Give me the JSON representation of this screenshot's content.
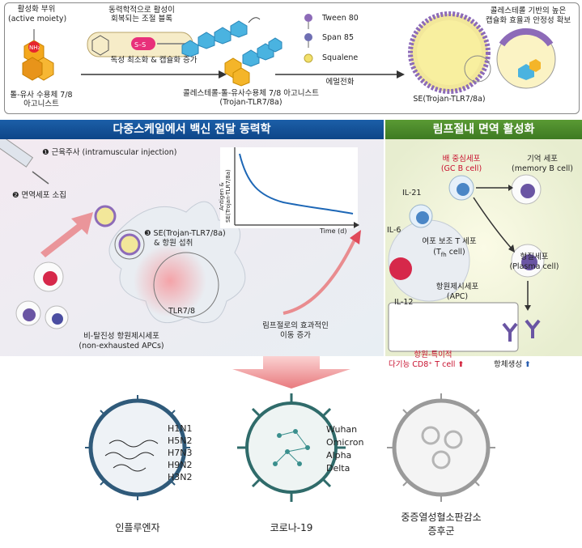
{
  "top": {
    "active_moiety": "활성화 부위",
    "active_moiety_en": "(active moiety)",
    "nh2": "NH₂",
    "agonist_label_1": "톨-유사 수용체 7/8",
    "agonist_label_2": "아고니스트",
    "block_label_1": "동력학적으로 활성이",
    "block_label_2": "회복되는 조절 블록",
    "ss": "S–S",
    "arrow1_label": "독성 최소화 & 캡슐화 증가",
    "conjugate_label_1": "콜레스테롤-톨-유사수용체 7/8 아고니스트",
    "conjugate_label_2": "(Trojan-TLR7/8a)",
    "legend": [
      "Tween 80",
      "Span 85",
      "Squalene"
    ],
    "arrow2_label": "에멀전화",
    "se_label": "SE(Trojan-TLR7/8a)",
    "note_1": "콜레스테롤 기반의 높은",
    "note_2": "캡슐화 효율과 안정성 확보"
  },
  "bars": {
    "left": "다중스케일에서 백신 전달 동력학",
    "right": "림프절내 면역 활성화"
  },
  "left_panel": {
    "step1": "❶ 근육주사 (intramuscular injection)",
    "step2": "❷ 면역세포 소집",
    "step3_1": "❸ SE(Trojan-TLR7/8a)",
    "step3_2": "& 항원 섭취",
    "tlr": "TLR7/8",
    "apc_1": "비-탈진성 항원제시세포",
    "apc_2": "(non-exhausted APCs)",
    "migration_1": "림프절로의 효과적인",
    "migration_2": "이동 증가"
  },
  "graph": {
    "ylabel_1": "Antigen &",
    "ylabel_2": "SE(Trojan-TLR7/8a)",
    "xlabel": "Time (d)"
  },
  "right_panel": {
    "gc_1": "배 중심세포",
    "gc_2": "(GC B cell)",
    "memory_1": "기억 세포",
    "memory_2": "(memory B cell)",
    "il21": "IL-21",
    "il6": "IL-6",
    "tfh_1": "여포 보조 T 세포",
    "tfh_2": "(T",
    "tfh_sub": "fh",
    "tfh_3": " cell)",
    "plasma_1": "형질세포",
    "plasma_2": "(Plasma cell)",
    "apc_1": "항원제시세포",
    "apc_2": "(APC)",
    "il12": "IL-12",
    "cd8_1": "항원-특이적",
    "cd8_2": "다기능 CD8⁺ T cell",
    "antibody": "항체생성"
  },
  "viruses": [
    {
      "name": "인플루엔자",
      "strains": [
        "H1N1",
        "H5N2",
        "H7N3",
        "H9N2",
        "H3N2"
      ]
    },
    {
      "name": "코로나-19",
      "strains": [
        "Wuhan",
        "Omicron",
        "Alpha",
        "Delta"
      ]
    },
    {
      "name_1": "중증열성혈소판감소",
      "name_2": "증후군",
      "strains": []
    }
  ],
  "colors": {
    "blue_bar": "#1c5fa8",
    "green_bar": "#4a8a2c",
    "red_text": "#c8102e",
    "up_arrow_red": "#d2203a",
    "up_arrow_blue": "#2b5fb0"
  }
}
